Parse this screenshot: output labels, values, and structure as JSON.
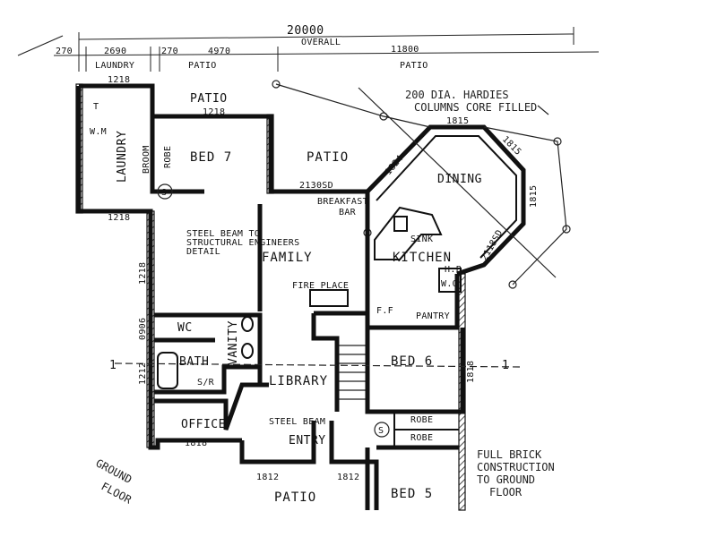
{
  "dimensions": {
    "overall_value": "20000",
    "overall_label": "OVERALL",
    "seg_270_a": "270",
    "seg_2690": "2690",
    "seg_270_b": "270",
    "seg_4970": "4970",
    "seg_11800": "11800",
    "laundry_label": "LAUNDRY",
    "patio_label_a": "PATIO",
    "patio_label_b": "PATIO",
    "d1218_top": "1218",
    "d1218_bed7": "1218",
    "d1218_left": "1218",
    "d1218_side": "1218",
    "d1815_top": "1815",
    "d1815_r1": "1815",
    "d1815_r2": "1815",
    "d1824": "1824",
    "d2130sd": "2130SD",
    "d2118sd": "2118SD",
    "d0906": "0906",
    "d1212": "1212",
    "d1818_bottom": "1818",
    "d1818_right": "1818",
    "d1812_a": "1812",
    "d1812_b": "1812"
  },
  "rooms": {
    "patio_top": "PATIO",
    "bed7": "BED 7",
    "patio_mid": "PATIO",
    "laundry": "LAUNDRY",
    "broom": "BROOM",
    "robe_bed7": "ROBE",
    "dining": "DINING",
    "breakfast": "BREAKFAST",
    "bar": "BAR",
    "sink": "SINK",
    "kitchen": "KITCHEN",
    "family": "FAMILY",
    "fireplace": "FIRE PLACE",
    "wc": "WC",
    "vanity": "VANITY",
    "bath": "BATH",
    "sr": "S/R",
    "library": "LIBRARY",
    "bed6": "BED 6",
    "office": "OFFICE",
    "entry": "ENTRY",
    "robe1": "ROBE",
    "robe2": "ROBE",
    "patio_bottom": "PATIO",
    "bed5": "BED 5",
    "pantry": "PANTRY",
    "ff": "F.F",
    "hp": "H.P",
    "wo": "W.O",
    "t": "T",
    "wm": "W.M"
  },
  "notes": {
    "hardies_1": "200 DIA. HARDIES",
    "hardies_2": "COLUMNS CORE FILLED",
    "steel_beam_1": "STEEL BEAM TO",
    "steel_beam_2": "STRUCTURAL ENGINEERS",
    "steel_beam_3": "DETAIL",
    "steel_beam_entry": "STEEL BEAM",
    "brick_1": "FULL BRICK",
    "brick_2": "CONSTRUCTION",
    "brick_3": "TO GROUND",
    "brick_4": "FLOOR",
    "ground": "GROUND",
    "floor": "FLOOR",
    "section_mark_l": "1",
    "section_mark_r": "1",
    "s_mark_1": "S",
    "s_mark_2": "S"
  }
}
